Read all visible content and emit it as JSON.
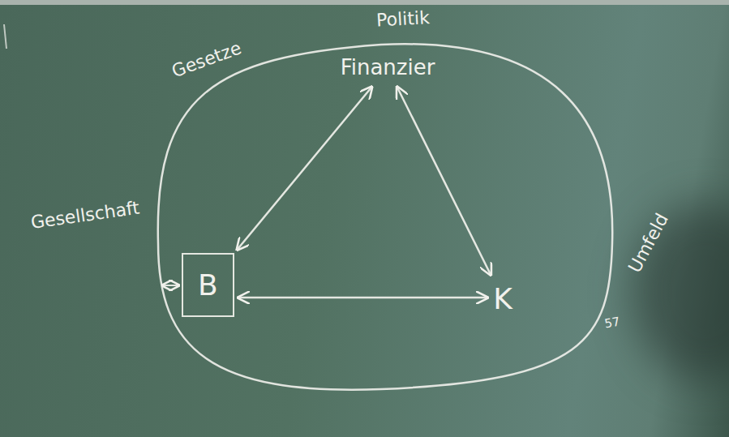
{
  "diagram": {
    "nodes": [
      {
        "text": [
          "Finanzier"
        ]
      },
      {
        "text": [
          "B"
        ]
      },
      {
        "text": [
          "K"
        ]
      }
    ],
    "edges": [
      {
        "from": 0,
        "to": 1,
        "arrow": "both"
      },
      {
        "from": 0,
        "to": 2,
        "arrow": "both"
      },
      {
        "from": 1,
        "to": 2,
        "arrow": "both"
      }
    ],
    "labels": [
      "Politik",
      "Gesetze",
      "Gesellschaft",
      "Umfeld",
      "57"
    ]
  }
}
